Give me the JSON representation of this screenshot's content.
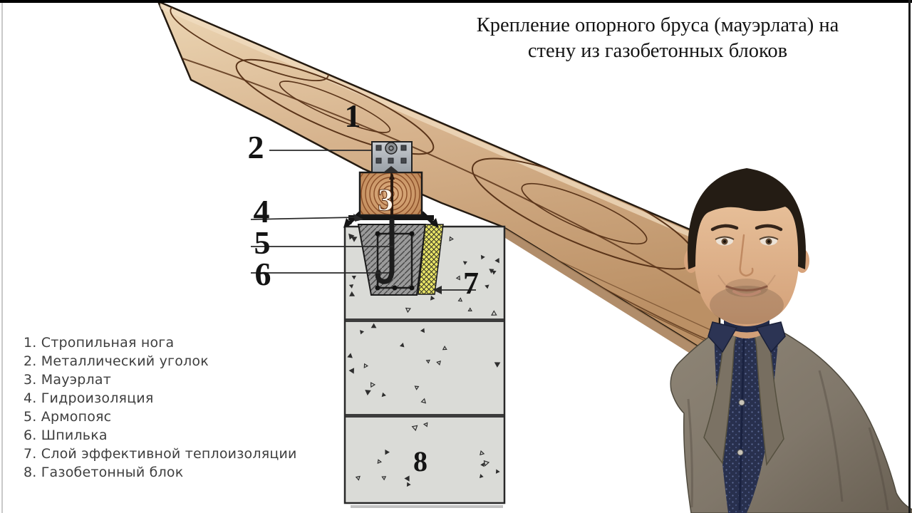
{
  "title": {
    "line1": "Крепление опорного бруса (мауэрлата) на",
    "line2": "стену из газобетонных блоков"
  },
  "legend": {
    "items": [
      "1. Стропильная нога",
      "2. Металлический уголок",
      "3. Мауэрлат",
      "4. Гидроизоляция",
      "5. Армопояс",
      "6. Шпилька",
      "7. Слой эффективной теплоизоляции",
      "8. Газобетонный блок"
    ]
  },
  "diagram": {
    "callout_numbers": {
      "n1": "1",
      "n2": "2",
      "n3": "3",
      "n4": "4",
      "n5": "5",
      "n6": "6",
      "n7": "7",
      "n8": "8"
    },
    "colors": {
      "wood": "#d6b28c",
      "wood_grain": "#5a3419",
      "wall_block": "#dadbd7",
      "armopoyas_concrete": "#9a9a9a",
      "insulation_yellow": "#e9e465",
      "metal_plate": "#b3b7bb",
      "mauerlat_wood": "#c9935f",
      "waterproofing": "#151515"
    }
  },
  "presenter": {
    "colors": {
      "suit": "#847a6a",
      "shirt": "#262e4e",
      "skin": "#e2b48c",
      "hair": "#241c14"
    }
  }
}
